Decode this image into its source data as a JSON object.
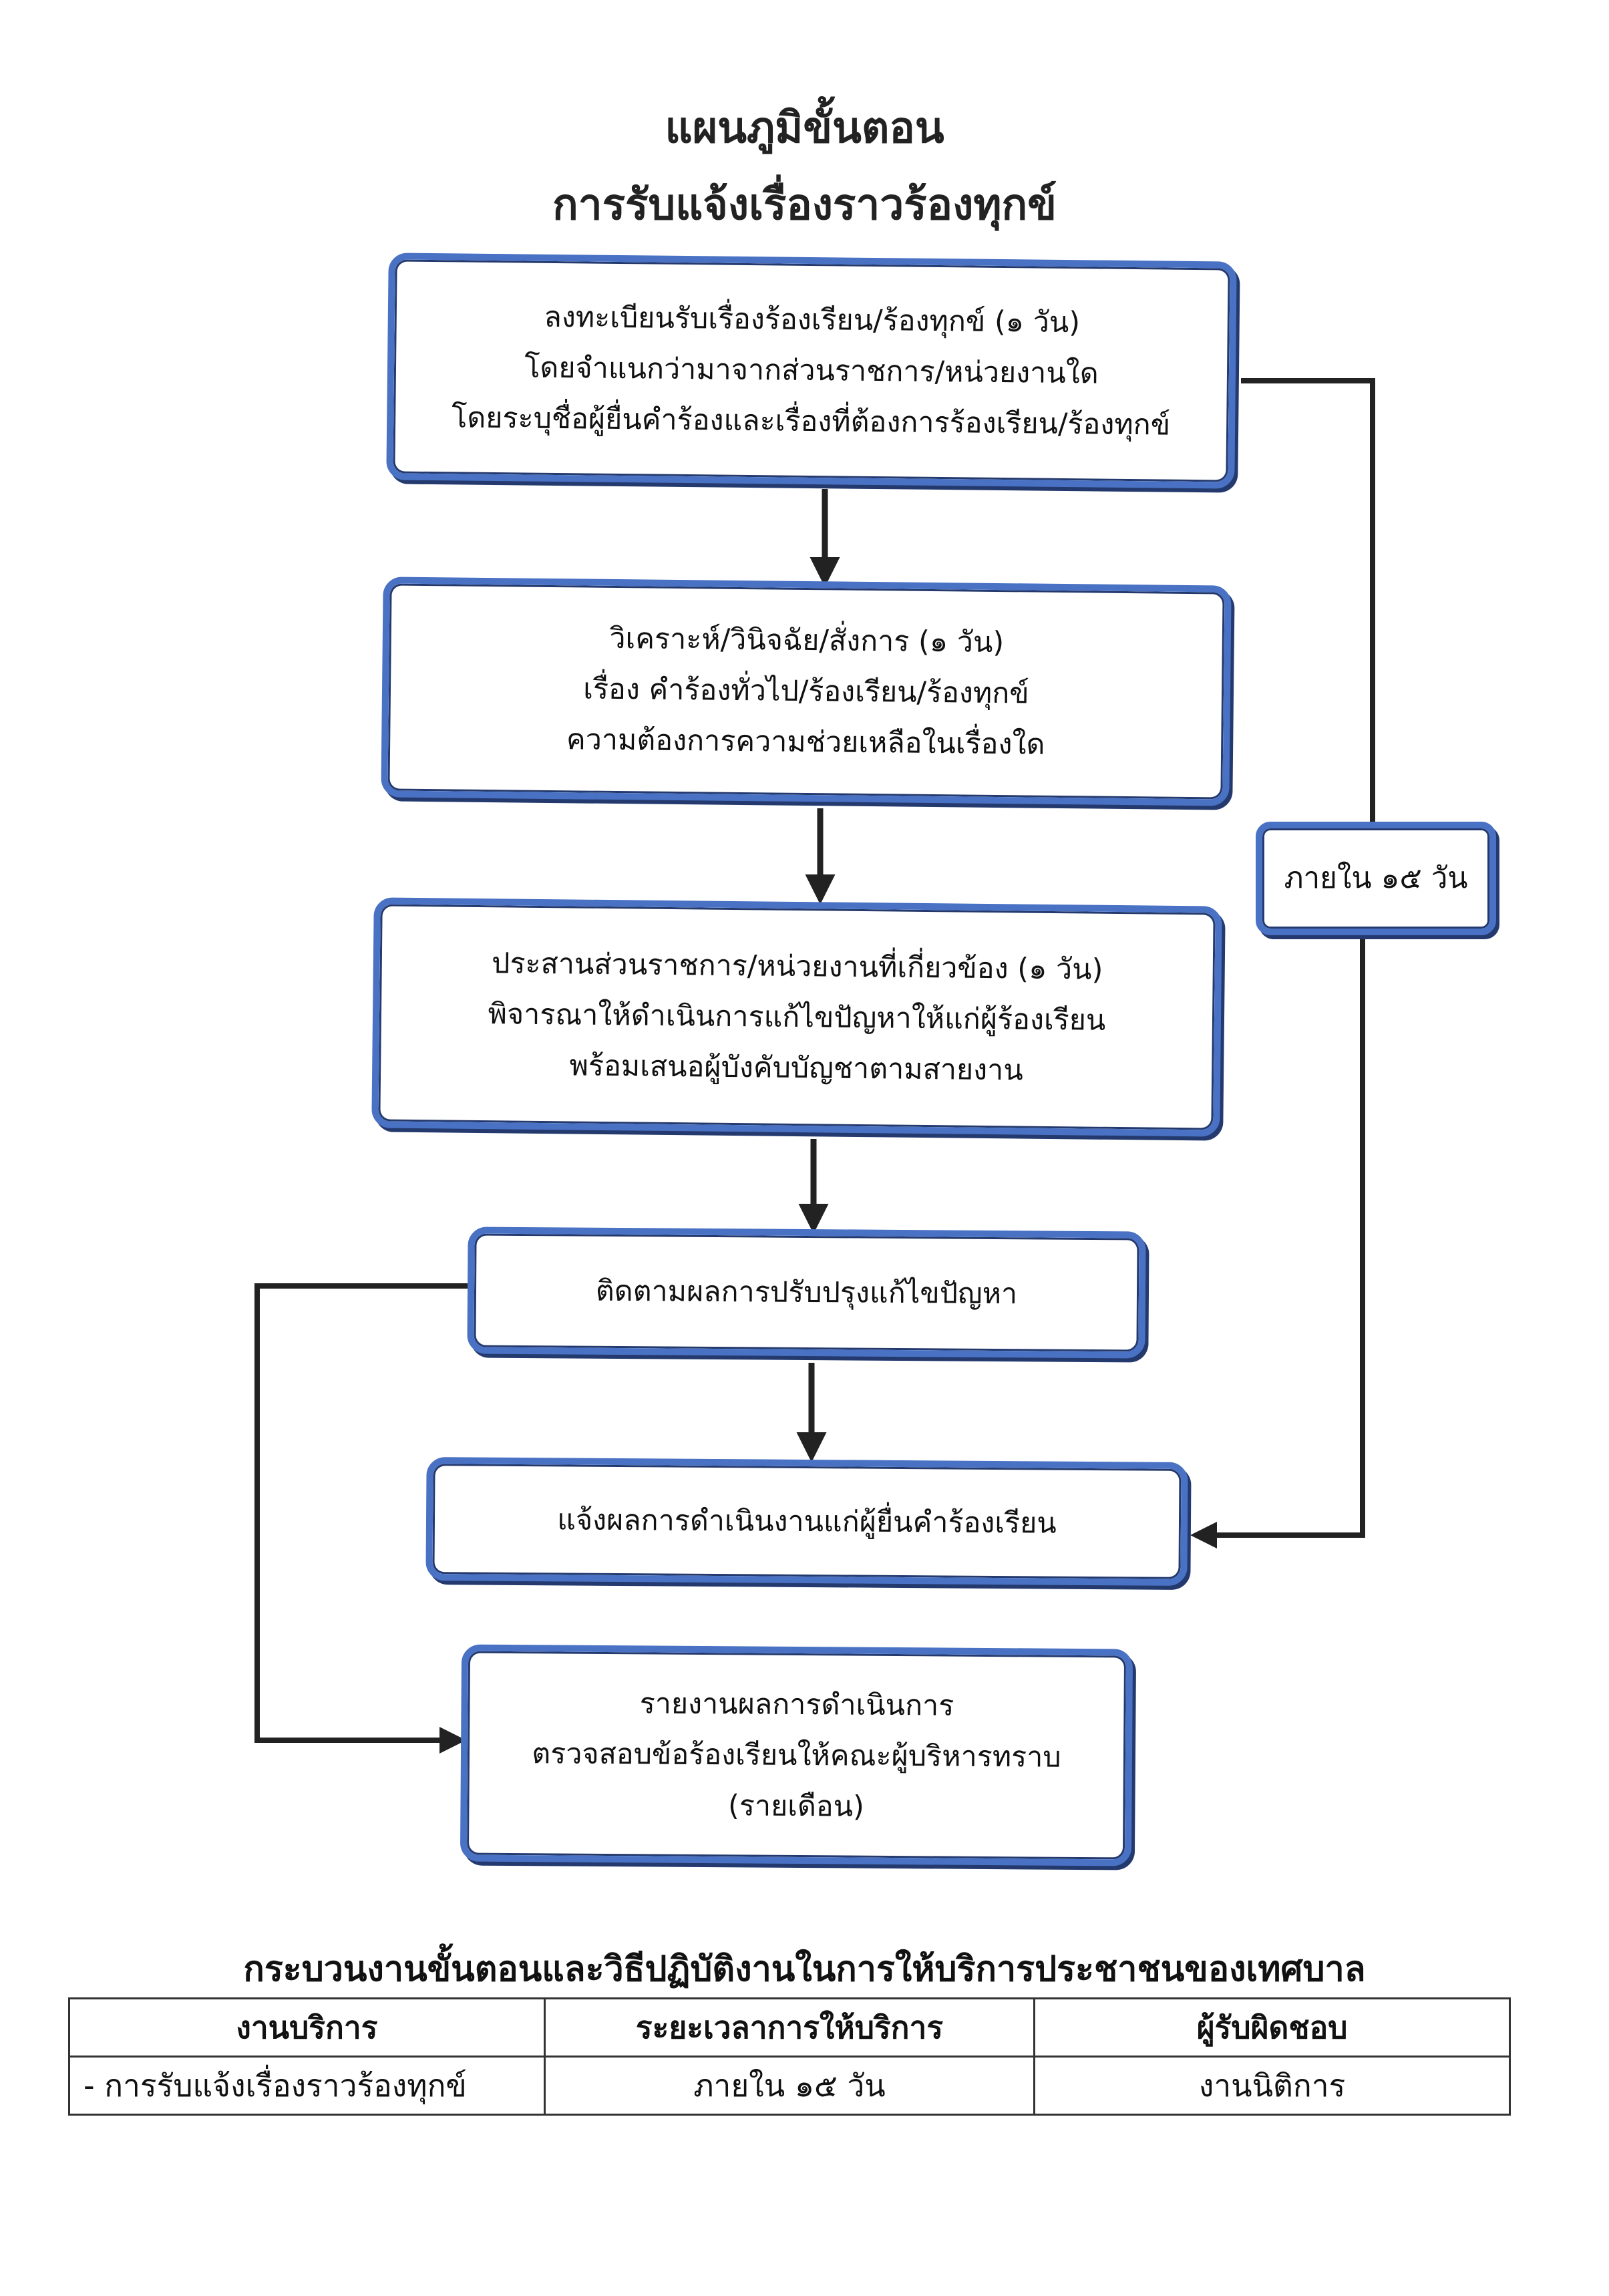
{
  "title": {
    "line1": "แผนภูมิขั้นตอน",
    "line2": "การรับแจ้งเรื่องราวร้องทุกข์"
  },
  "steps": [
    {
      "lines": [
        "ลงทะเบียนรับเรื่องร้องเรียน/ร้องทุกข์ (๑ วัน)",
        "โดยจำแนกว่ามาจากส่วนราชการ/หน่วยงานใด",
        "โดยระบุชื่อผู้ยื่นคำร้องและเรื่องที่ต้องการร้องเรียน/ร้องทุกข์"
      ]
    },
    {
      "lines": [
        "วิเคราะห์/วินิจฉัย/สั่งการ (๑ วัน)",
        "เรื่อง คำร้องทั่วไป/ร้องเรียน/ร้องทุกข์",
        "ความต้องการความช่วยเหลือในเรื่องใด"
      ]
    },
    {
      "lines": [
        "ประสานส่วนราชการ/หน่วยงานที่เกี่ยวข้อง (๑ วัน)",
        "พิจารณาให้ดำเนินการแก้ไขปัญหาให้แก่ผู้ร้องเรียน",
        "พร้อมเสนอผู้บังคับบัญชาตามสายงาน"
      ]
    },
    {
      "lines": [
        "ติดตามผลการปรับปรุงแก้ไขปัญหา"
      ]
    },
    {
      "lines": [
        "แจ้งผลการดำเนินงานแก่ผู้ยื่นคำร้องเรียน"
      ]
    },
    {
      "lines": [
        "รายงานผลการดำเนินการ",
        "ตรวจสอบข้อร้องเรียนให้คณะผู้บริหารทราบ",
        "(รายเดือน)"
      ]
    }
  ],
  "side_label": "ภายใน ๑๕ วัน",
  "table": {
    "title": "กระบวนงานขั้นตอนและวิธีปฏิบัติงานในการให้บริการประชาชนของเทศบาล",
    "headers": [
      "งานบริการ",
      "ระยะเวลาการให้บริการ",
      "ผู้รับผิดชอบ"
    ],
    "rows": [
      [
        "- การรับแจ้งเรื่องราวร้องทุกข์",
        "ภายใน ๑๕ วัน",
        "งานนิติการ"
      ]
    ]
  },
  "colors": {
    "box_border": "#4a72c4",
    "box_shadow": "#243a6e",
    "connector": "#222222"
  }
}
